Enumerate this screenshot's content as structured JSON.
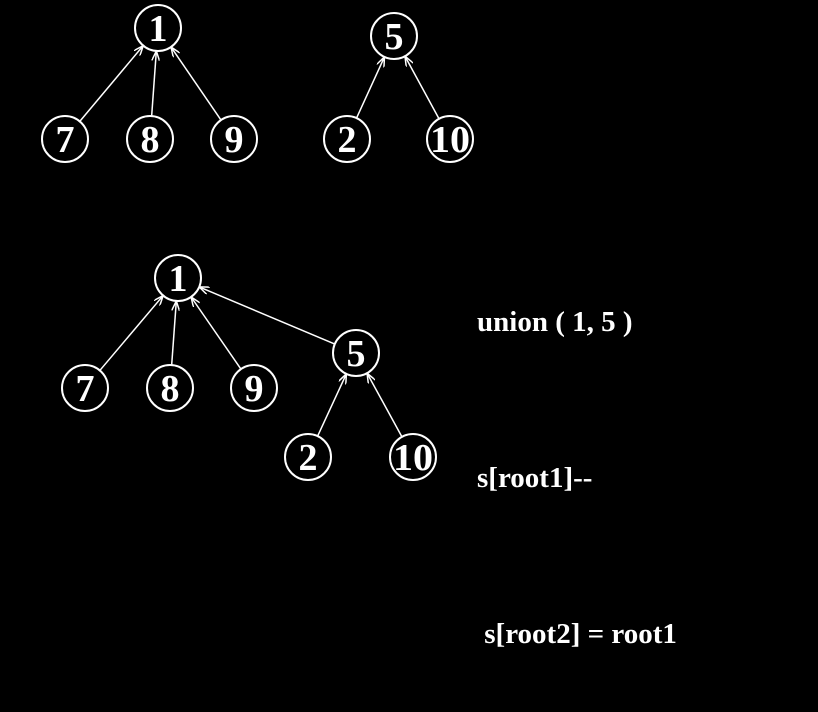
{
  "colors": {
    "background": "#000000",
    "foreground": "#ffffff"
  },
  "diagrams": {
    "before": {
      "trees": [
        {
          "root": "1",
          "children": [
            "7",
            "8",
            "9"
          ]
        },
        {
          "root": "5",
          "children": [
            "2",
            "10"
          ]
        }
      ]
    },
    "after": {
      "root": "1",
      "children": [
        "7",
        "8",
        "9",
        "5"
      ],
      "subtree": {
        "root": "5",
        "children": [
          "2",
          "10"
        ]
      }
    }
  },
  "code": {
    "lines": [
      "union ( 1, 5 )",
      "s[root1]--",
      " s[root2] = root1"
    ]
  }
}
